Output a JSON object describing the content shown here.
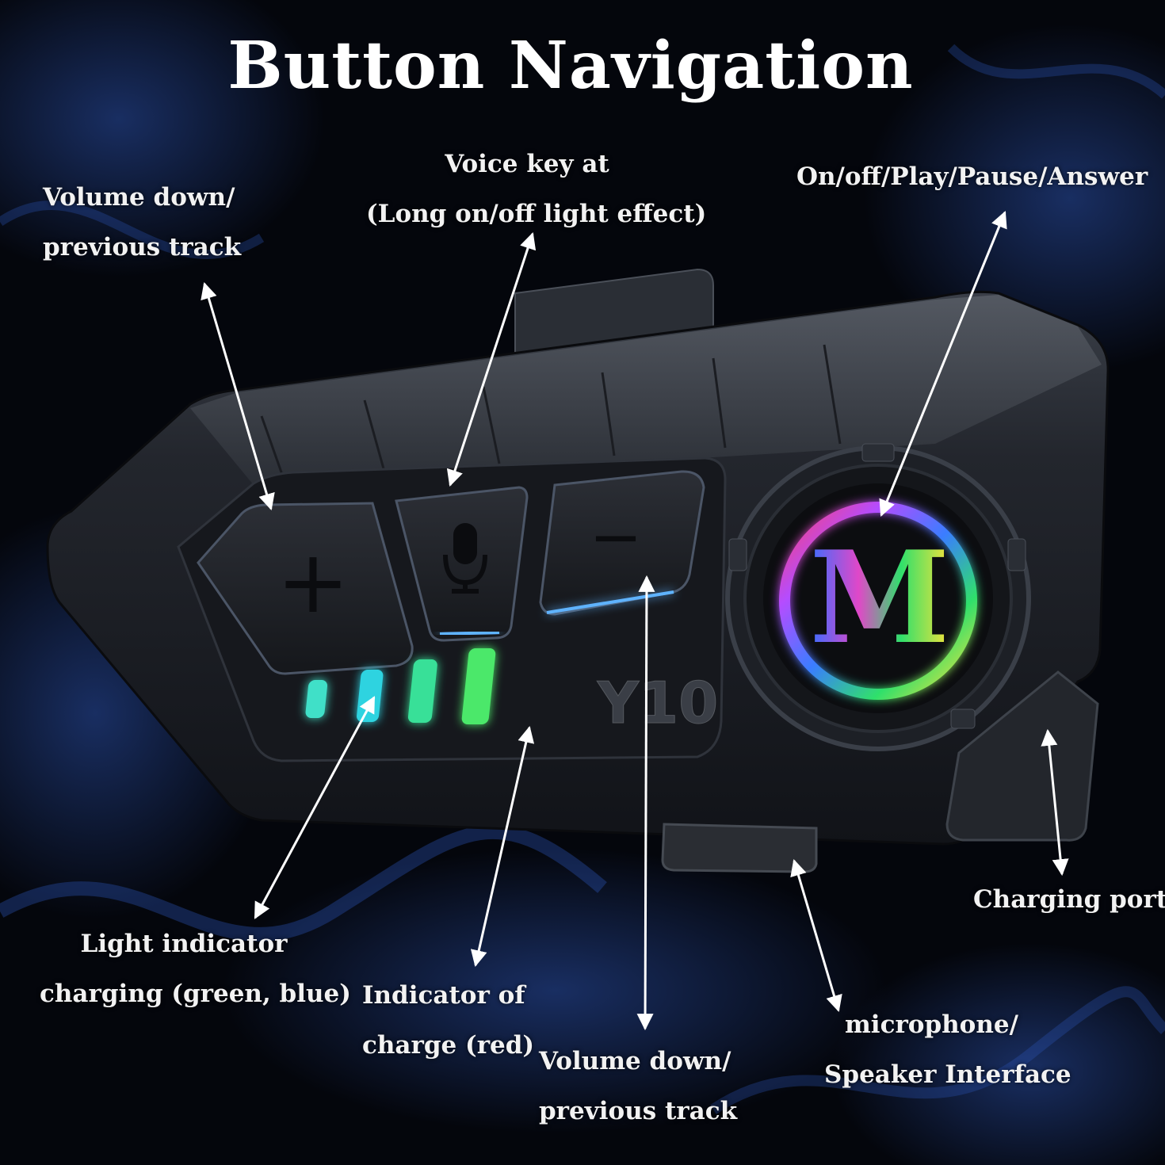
{
  "title": "Button Navigation",
  "device": {
    "model": "Y10",
    "logo": "M",
    "buttons": [
      "+",
      "−"
    ],
    "body_color": "#1b1e24",
    "led_colors": [
      "#3fe0c8",
      "#2fd3e0",
      "#38e098",
      "#4ce86a"
    ]
  },
  "labels": {
    "vol_left": {
      "line1": "Volume down/",
      "line2": "previous track"
    },
    "voice": {
      "line1": "Voice key at",
      "line2": "(Long on/off light effect)"
    },
    "power": {
      "line1": "On/off/Play/Pause/Answer"
    },
    "charge_port": {
      "line1": "Charging port"
    },
    "light_indicator": {
      "line1": "Light indicator",
      "line2": "charging (green, blue)"
    },
    "charge_red": {
      "line1": "Indicator of",
      "line2": "charge (red)"
    },
    "vol_bottom": {
      "line1": "Volume down/",
      "line2": "previous track"
    },
    "mic": {
      "line1": "microphone/",
      "line2": "Speaker Interface"
    }
  }
}
